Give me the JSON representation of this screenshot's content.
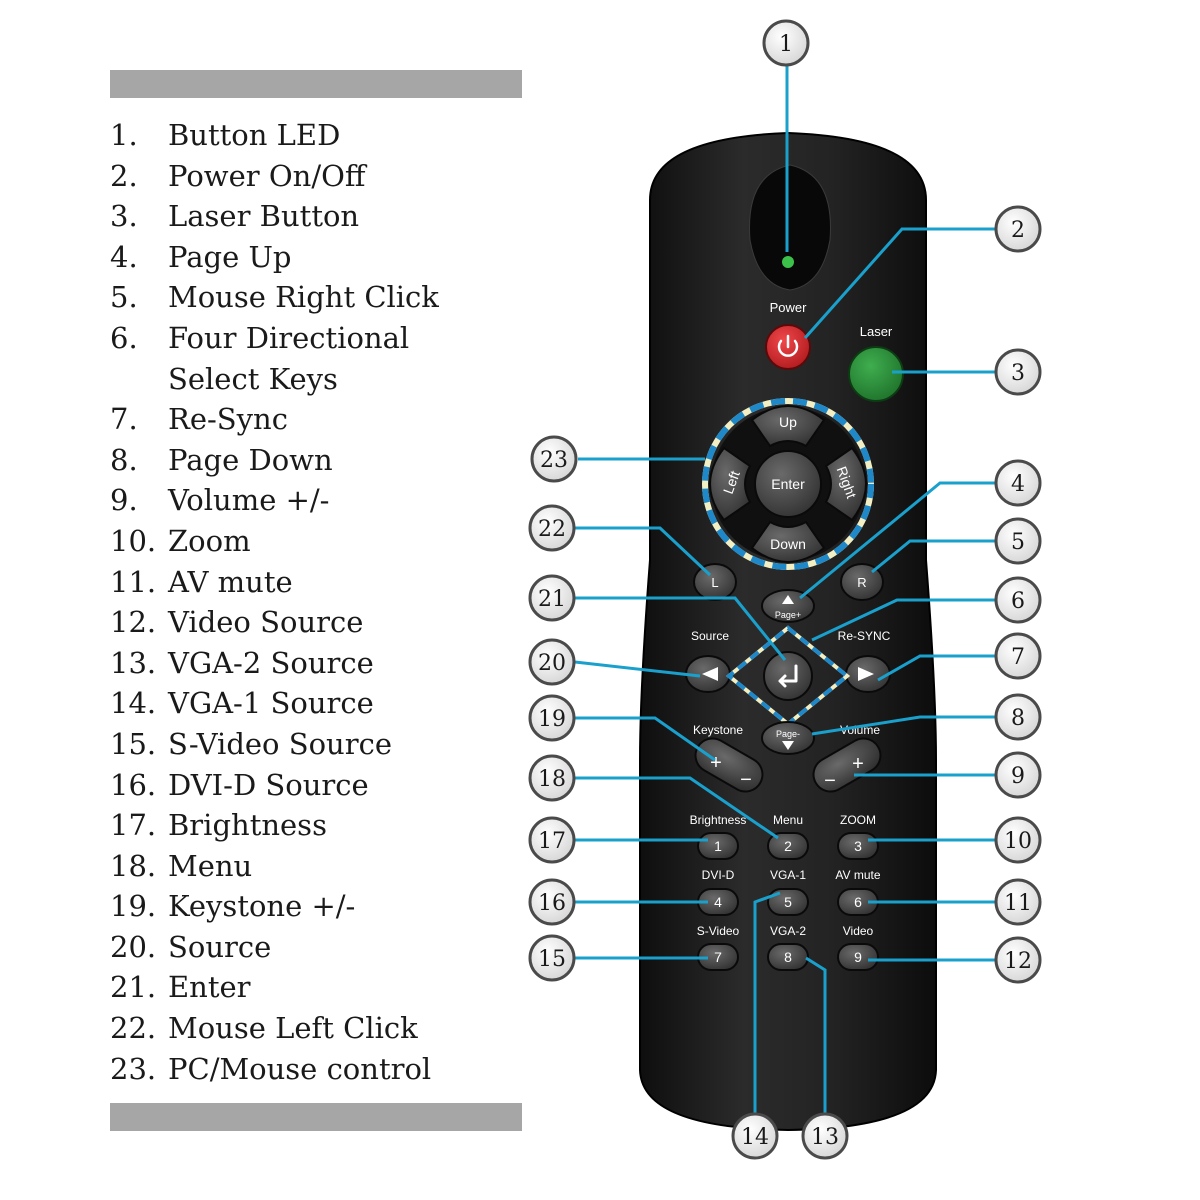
{
  "legend": [
    {
      "number": "1.",
      "label": "Button LED"
    },
    {
      "number": "2.",
      "label": "Power On/Off"
    },
    {
      "number": "3.",
      "label": "Laser Button"
    },
    {
      "number": "4.",
      "label": "Page Up"
    },
    {
      "number": "5.",
      "label": "Mouse Right Click"
    },
    {
      "number": "6.",
      "label": "Four Directional\nSelect Keys"
    },
    {
      "number": "7.",
      "label": "Re-Sync"
    },
    {
      "number": "8.",
      "label": "Page Down"
    },
    {
      "number": "9.",
      "label": "Volume +/-"
    },
    {
      "number": "10.",
      "label": "Zoom"
    },
    {
      "number": "11.",
      "label": "AV mute"
    },
    {
      "number": "12.",
      "label": "Video Source"
    },
    {
      "number": "13.",
      "label": "VGA-2 Source"
    },
    {
      "number": "14.",
      "label": "VGA-1 Source"
    },
    {
      "number": "15.",
      "label": "S-Video Source"
    },
    {
      "number": "16.",
      "label": "DVI-D Source"
    },
    {
      "number": "17.",
      "label": "Brightness"
    },
    {
      "number": "18.",
      "label": "Menu"
    },
    {
      "number": "19.",
      "label": "Keystone +/-"
    },
    {
      "number": "20.",
      "label": "Source"
    },
    {
      "number": "21.",
      "label": "Enter"
    },
    {
      "number": "22.",
      "label": "Mouse Left Click"
    },
    {
      "number": "23.",
      "label": "PC/Mouse control"
    }
  ],
  "callouts": [
    "1",
    "2",
    "3",
    "4",
    "5",
    "6",
    "7",
    "8",
    "9",
    "10",
    "11",
    "12",
    "13",
    "14",
    "15",
    "16",
    "17",
    "18",
    "19",
    "20",
    "21",
    "22",
    "23"
  ],
  "remote_labels": {
    "power": "Power",
    "laser": "Laser",
    "up": "Up",
    "down": "Down",
    "left": "Left",
    "right": "Right",
    "enter": "Enter",
    "mouse_left": "L",
    "mouse_right": "R",
    "page_up": "Page+",
    "page_down": "Page-",
    "source": "Source",
    "resync": "Re-SYNC",
    "keystone": "Keystone",
    "volume": "Volume",
    "plus": "+",
    "minus": "−",
    "brightness": "Brightness",
    "menu": "Menu",
    "zoom": "ZOOM",
    "dvi_d": "DVI-D",
    "vga1": "VGA-1",
    "av_mute": "AV mute",
    "s_video": "S-Video",
    "vga2": "VGA-2",
    "video": "Video",
    "k1": "1",
    "k2": "2",
    "k3": "3",
    "k4": "4",
    "k5": "5",
    "k6": "6",
    "k7": "7",
    "k8": "8",
    "k9": "9"
  },
  "colors": {
    "leader_line": "#1aa0cc",
    "ring_blue": "#1e88c8",
    "ring_cream": "#f3efc4",
    "power_button": "#d7262a",
    "laser_button": "#2a8f3a",
    "led": "#3cc24a",
    "remote_body": "#1b1b1b",
    "divider_bar": "#a6a6a6"
  }
}
